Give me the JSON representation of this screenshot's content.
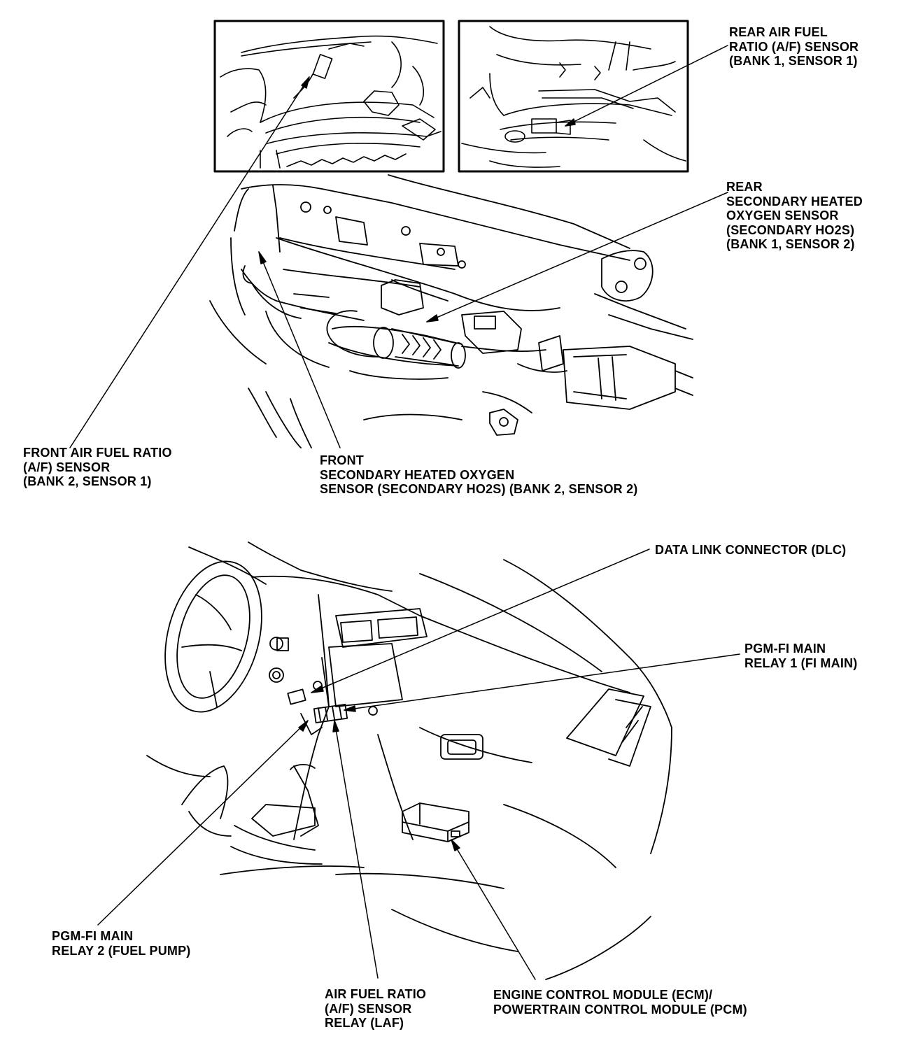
{
  "diagram": {
    "colors": {
      "ink": "#000000",
      "paper": "#ffffff"
    },
    "labels": {
      "rear_af_sensor": [
        "REAR AIR FUEL",
        "RATIO (A/F) SENSOR",
        "(BANK 1, SENSOR 1)"
      ],
      "rear_secondary_ho2s": [
        "REAR",
        "SECONDARY HEATED",
        "OXYGEN SENSOR",
        "(SECONDARY HO2S)",
        "(BANK 1, SENSOR 2)"
      ],
      "front_af_sensor": [
        "FRONT AIR FUEL RATIO",
        "(A/F) SENSOR",
        "(BANK 2, SENSOR 1)"
      ],
      "front_secondary_ho2s": [
        "FRONT",
        "SECONDARY HEATED OXYGEN",
        "SENSOR (SECONDARY HO2S) (BANK 2, SENSOR 2)"
      ],
      "data_link_connector": [
        "DATA LINK CONNECTOR (DLC)"
      ],
      "pgm_fi_main_relay_1": [
        "PGM-FI MAIN",
        "RELAY 1 (FI MAIN)"
      ],
      "pgm_fi_main_relay_2": [
        "PGM-FI MAIN",
        "RELAY 2 (FUEL PUMP)"
      ],
      "af_sensor_relay": [
        "AIR FUEL RATIO",
        "(A/F) SENSOR",
        "RELAY (LAF)"
      ],
      "ecm_pcm": [
        "ENGINE CONTROL MODULE (ECM)/",
        "POWERTRAIN CONTROL MODULE (PCM)"
      ]
    }
  }
}
